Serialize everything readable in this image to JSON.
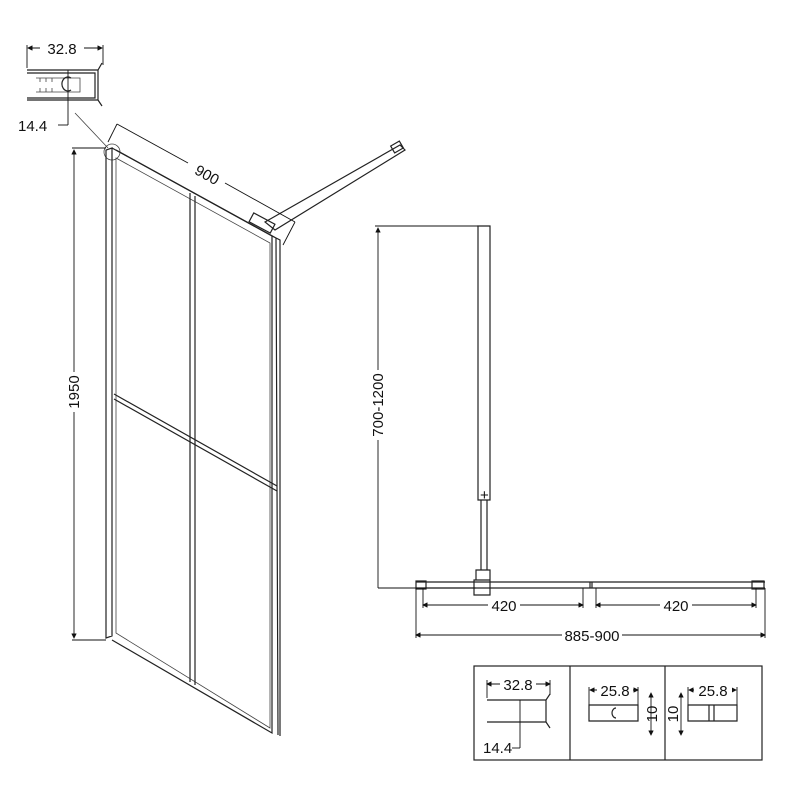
{
  "detail_profile": {
    "width": "32.8",
    "depth": "14.4"
  },
  "panel": {
    "height": "1950",
    "width": "900"
  },
  "side_view": {
    "arm_length": "700-1200",
    "left_span": "420",
    "right_span": "420",
    "total_width": "885-900"
  },
  "profile_table": [
    {
      "width": "32.8",
      "depth": "14.4"
    },
    {
      "width": "25.8",
      "height": "10"
    },
    {
      "width": "25.8",
      "height": "10"
    }
  ]
}
